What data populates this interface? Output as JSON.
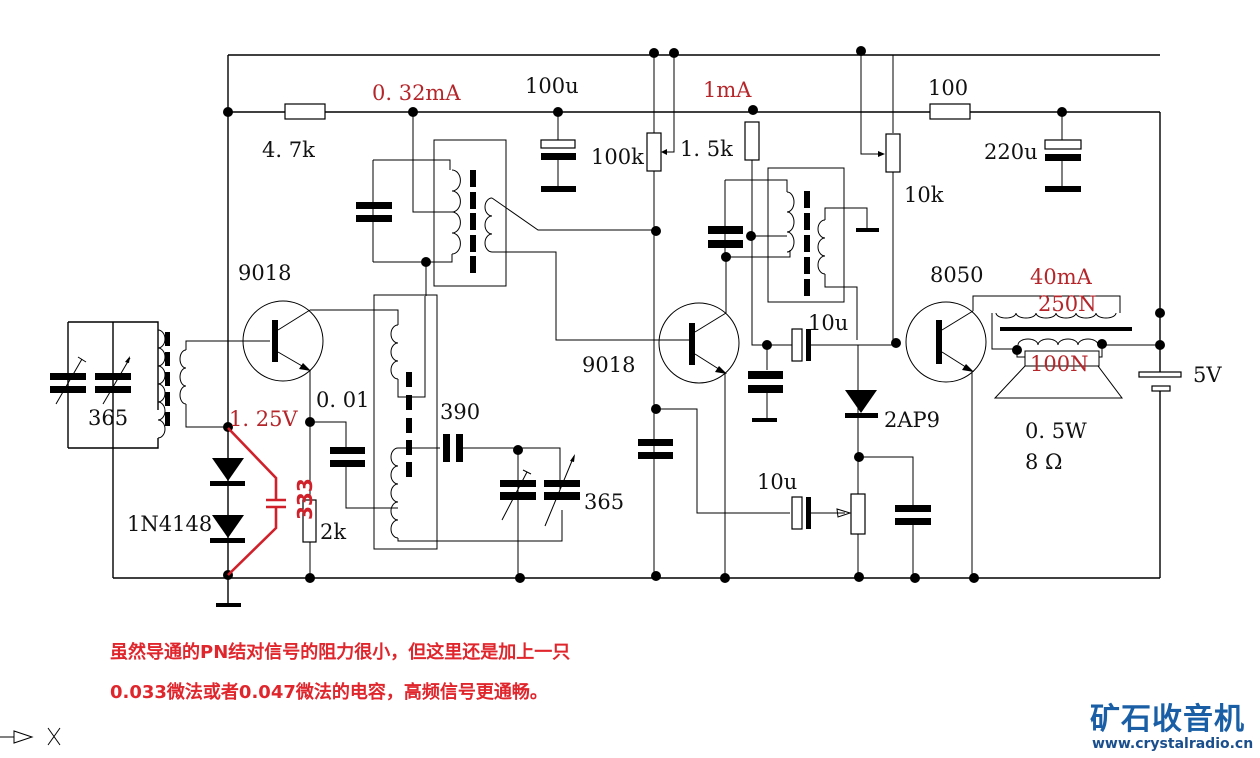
{
  "diagram": {
    "title": "Crystal radio reflex receiver circuit (schematic)",
    "labels": {
      "r_4k7": "4. 7k",
      "current_stage1": "0. 32mA",
      "c_100u": "100u",
      "pot_100k": "100k",
      "r_1k5": "1. 5k",
      "current_stage2": "1mA",
      "r_100": "100",
      "c_220u": "220u",
      "pot_10k": "10k",
      "q1": "9018",
      "q2": "9018",
      "q3": "8050",
      "current_output": "40mA",
      "turns_primary": "250N",
      "turns_secondary": "100N",
      "speaker_power": "0. 5W",
      "speaker_impedance": "8 Ω",
      "battery": "5V",
      "vc_antenna": "365",
      "vc_second": "365",
      "c_390": "390",
      "c_001": "0. 01",
      "bias_voltage": "1. 25V",
      "diode_bias": "1N4148",
      "r_2k": "2k",
      "c_added": "333",
      "c_10u_a": "10u",
      "c_10u_b": "10u",
      "detector_diode": "2AP9"
    },
    "colors": {
      "annotation_red": "#b5262b",
      "note_red": "#e0262d",
      "brand_blue": "#1a5fa6"
    }
  },
  "note": {
    "line1": "虽然导通的PN结对信号的阻力很小，但这里还是加上一只",
    "line2": "0.033微法或者0.047微法的电容，高频信号更通畅。"
  },
  "watermark": {
    "brand": "矿石收音机",
    "url": "www.crystalradio.cn"
  },
  "corner_glyphs": {
    "arrow": "arrow-glyph",
    "x": "X"
  }
}
